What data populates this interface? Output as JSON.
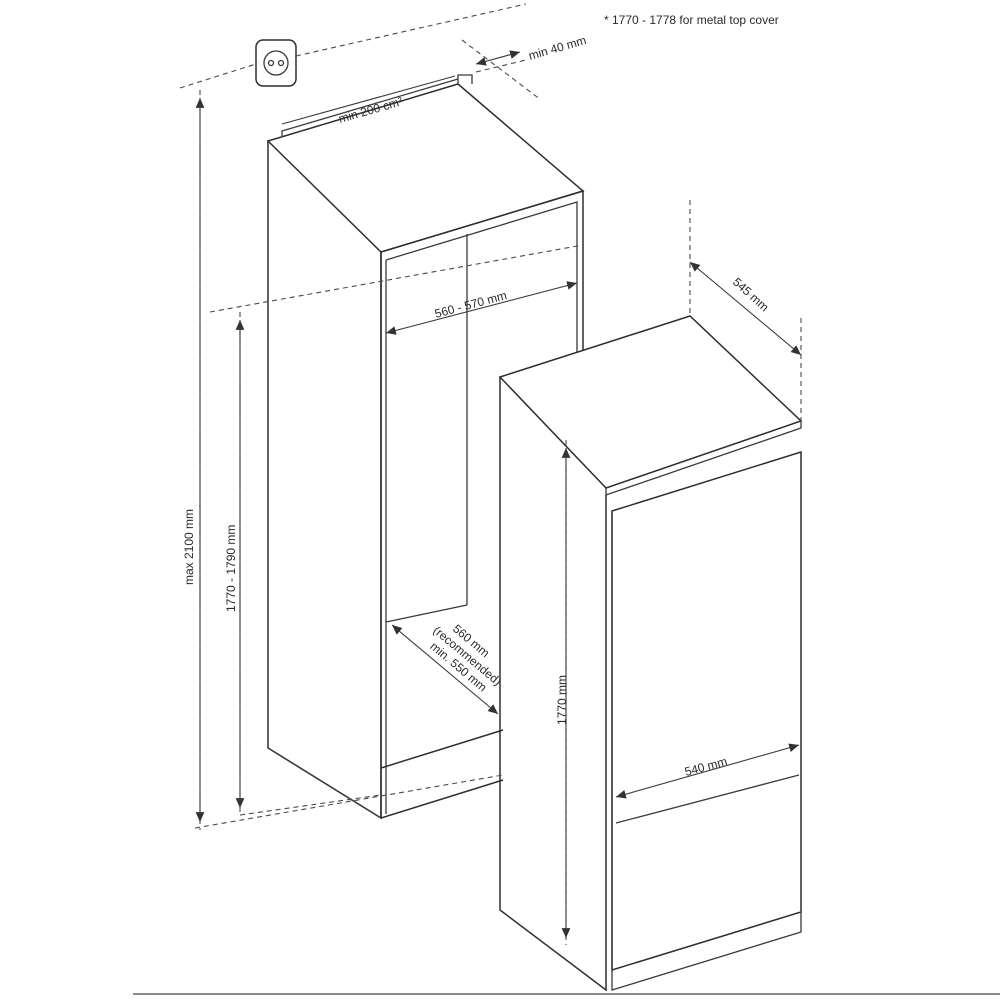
{
  "note": "* 1770 - 1778 for metal top cover",
  "dimensions": {
    "vent": "min 200 cm²",
    "gap": "min 40 mm",
    "niche_width": "560 - 570 mm",
    "max_height": "max 2100 mm",
    "niche_height": "1770 - 1790 mm",
    "depth_line1": "560 mm",
    "depth_line2": "(recommended)",
    "depth_line3": "min. 550 mm",
    "appliance_depth": "545 mm",
    "appliance_height": "1770 mm",
    "appliance_width": "540 mm"
  }
}
